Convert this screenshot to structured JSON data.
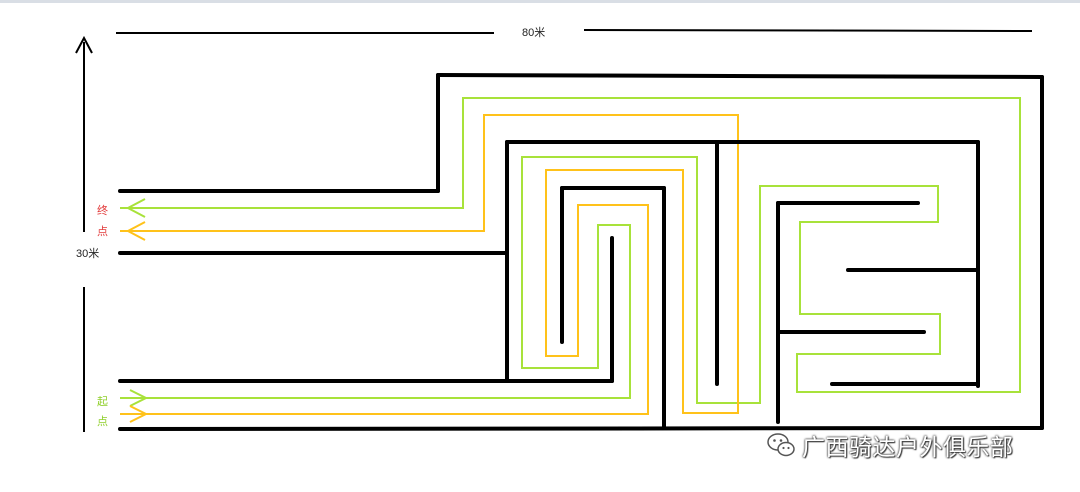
{
  "labels": {
    "width": "80米",
    "height": "30米",
    "end_line1": "终",
    "end_line2": "点",
    "start_line1": "起",
    "start_line2": "点"
  },
  "watermark": {
    "text": "广西骑达户外俱乐部",
    "icon": "wechat-icon"
  },
  "colors": {
    "wall": "#000000",
    "green_path": "#a8e23a",
    "yellow_path": "#ffc21a",
    "end_label": "#e23a3a",
    "start_label": "#8fcf2a"
  }
}
